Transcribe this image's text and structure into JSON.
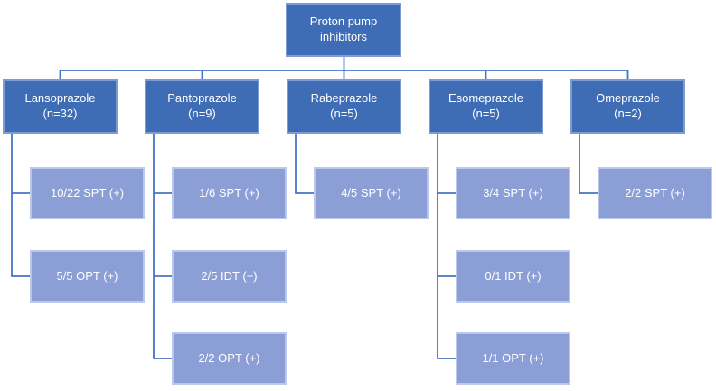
{
  "diagram": {
    "root": {
      "label": "Proton pump inhibitors"
    },
    "branches": [
      {
        "name": "Lansoprazole",
        "n": "(n=32)",
        "children": [
          "10/22 SPT (+)",
          "5/5 OPT (+)"
        ]
      },
      {
        "name": "Pantoprazole",
        "n": "(n=9)",
        "children": [
          "1/6 SPT (+)",
          "2/5 IDT (+)",
          "2/2 OPT (+)"
        ]
      },
      {
        "name": "Rabeprazole",
        "n": "(n=5)",
        "children": [
          "4/5 SPT (+)"
        ]
      },
      {
        "name": "Esomeprazole",
        "n": "(n=5)",
        "children": [
          "3/4 SPT (+)",
          "0/1 IDT (+)",
          "1/1 OPT (+)"
        ]
      },
      {
        "name": "Omeprazole",
        "n": "(n=2)",
        "children": [
          "2/2 SPT (+)"
        ]
      }
    ],
    "colors": {
      "node_fill": "#3E6CB5",
      "node_border": "#7D9CD6",
      "leaf_fill": "#8C9ED6",
      "leaf_border": "#BCC8EA",
      "connector": "#4574C6"
    }
  }
}
